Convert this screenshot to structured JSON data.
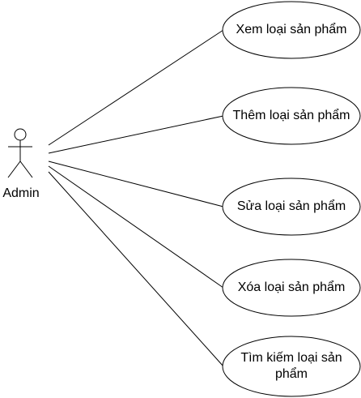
{
  "actor": {
    "label": "Admin",
    "icon": "stick-figure-icon"
  },
  "use_cases": [
    {
      "id": "view",
      "label": "Xem loại sản phẩm"
    },
    {
      "id": "add",
      "label": "Thêm loại sản phẩm"
    },
    {
      "id": "edit",
      "label": "Sửa loại sản phẩm"
    },
    {
      "id": "delete",
      "label": "Xóa loại sản phẩm"
    },
    {
      "id": "search",
      "label": "Tìm kiếm loại sản phẩm"
    }
  ],
  "colors": {
    "stroke": "#000000",
    "fill": "#ffffff",
    "text": "#000000"
  }
}
